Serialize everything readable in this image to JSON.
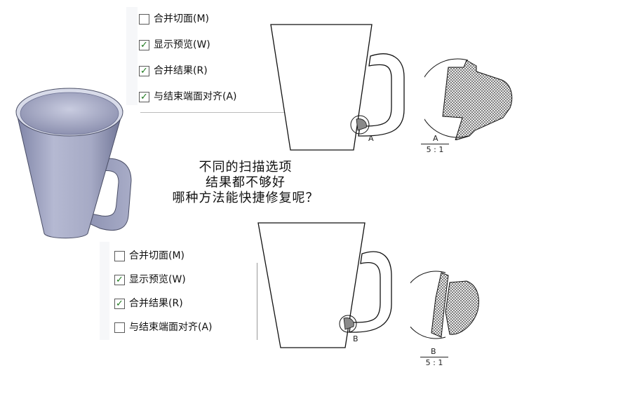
{
  "top_options": {
    "items": [
      {
        "label": "合并切面(M)",
        "checked": false
      },
      {
        "label": "显示预览(W)",
        "checked": true
      },
      {
        "label": "合并结果(R)",
        "checked": true
      },
      {
        "label": "与结束端面对齐(A)",
        "checked": true
      }
    ]
  },
  "bottom_options": {
    "items": [
      {
        "label": "合并切面(M)",
        "checked": false
      },
      {
        "label": "显示预览(W)",
        "checked": true
      },
      {
        "label": "合并结果(R)",
        "checked": true
      },
      {
        "label": "与结束端面对齐(A)",
        "checked": false
      }
    ]
  },
  "caption": {
    "line1": "不同的扫描选项",
    "line2": "结果都不够好",
    "line3": "哪种方法能快捷修复呢？"
  },
  "drawing_top": {
    "marker": "A",
    "detail_label": "A",
    "detail_scale": "5 : 1"
  },
  "drawing_bottom": {
    "marker": "B",
    "detail_label": "B",
    "detail_scale": "5 : 1"
  },
  "colors": {
    "mug_body": "#a9adc8",
    "mug_shadow": "#6c7192",
    "hatch": "#555555",
    "check": "#1f7a1f"
  }
}
